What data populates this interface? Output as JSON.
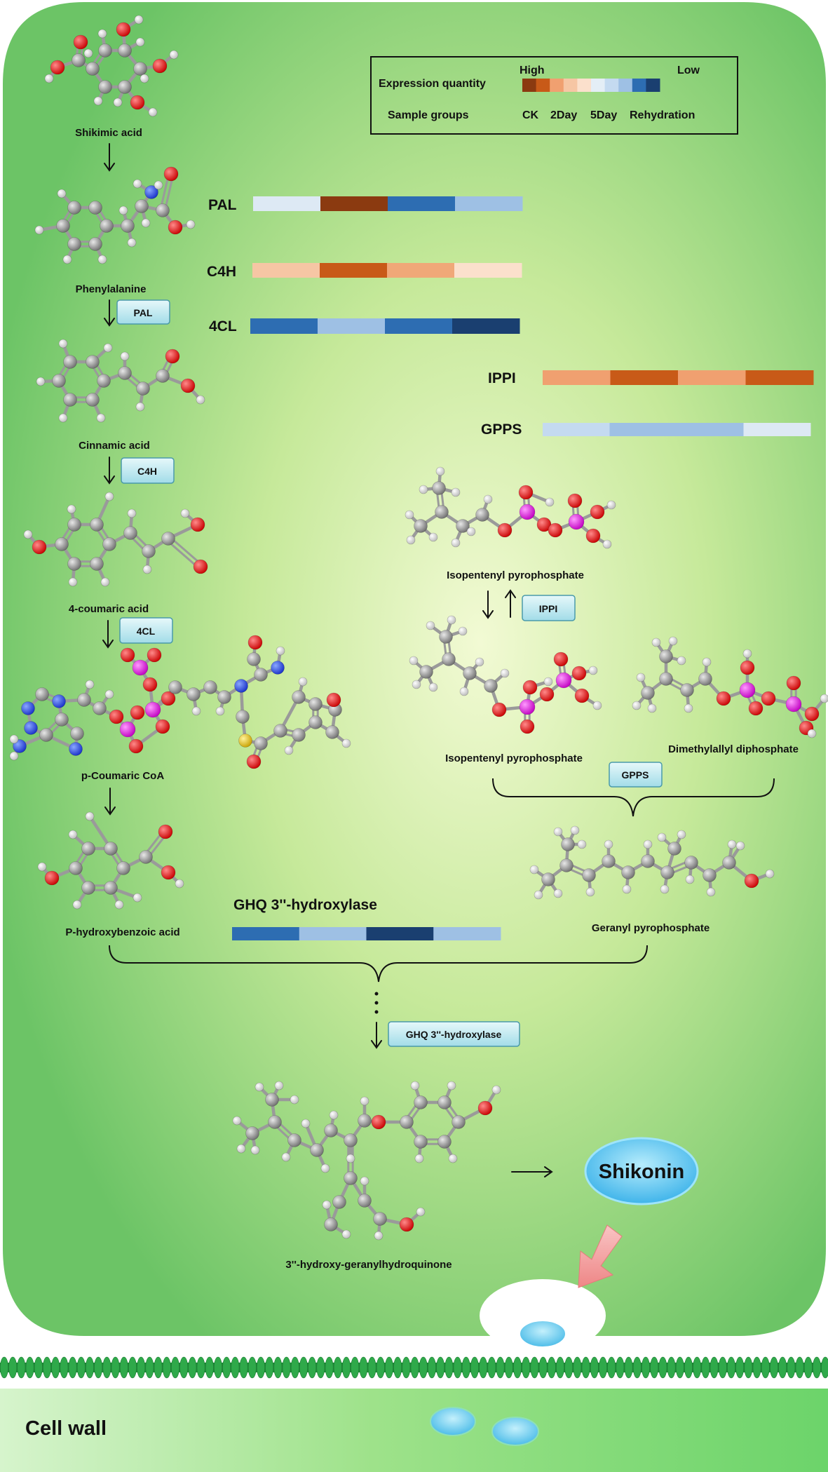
{
  "legend": {
    "expression_label": "Expression quantity",
    "high_label": "High",
    "low_label": "Low",
    "sample_label": "Sample groups",
    "groups": [
      "CK",
      "2Day",
      "5Day",
      "Rehydration"
    ],
    "scale_colors": [
      "#8b3a10",
      "#c85a18",
      "#f0a070",
      "#f6c6a4",
      "#fbe0cc",
      "#e4eef6",
      "#c4daf0",
      "#9ec0e4",
      "#2d6db2",
      "#1a3f70"
    ]
  },
  "genes": [
    {
      "id": "pal",
      "name": "PAL",
      "colors": [
        "#dde9f4",
        "#8b3a10",
        "#2d6db2",
        "#9ec0e4"
      ]
    },
    {
      "id": "c4h",
      "name": "C4H",
      "colors": [
        "#f6c6a4",
        "#c85a18",
        "#f0a878",
        "#fbe0cc"
      ]
    },
    {
      "id": "4cl",
      "name": "4CL",
      "colors": [
        "#2d6db2",
        "#9ec0e4",
        "#2d6db2",
        "#1a3f70"
      ]
    },
    {
      "id": "ippi",
      "name": "IPPI",
      "colors": [
        "#f0a070",
        "#c85a18",
        "#f0a070",
        "#c85a18"
      ]
    },
    {
      "id": "gpps",
      "name": "GPPS",
      "colors": [
        "#c4daf0",
        "#9ec0e4",
        "#9ec0e4",
        "#dde9f4"
      ]
    },
    {
      "id": "ghq",
      "name": "GHQ 3''-hydroxylase",
      "colors": [
        "#2d6db2",
        "#9ec0e4",
        "#1a3f70",
        "#9ec0e4"
      ]
    }
  ],
  "compounds": {
    "shikimic": "Shikimic acid",
    "phenylalanine": "Phenylalanine",
    "cinnamic": "Cinnamic acid",
    "coumaric": "4-coumaric acid",
    "coa": "p-Coumaric CoA",
    "phba": "P-hydroxybenzoic acid",
    "ipp1": "Isopentenyl pyrophosphate",
    "ipp2": "Isopentenyl pyrophosphate",
    "dmapp": "Dimethylallyl diphosphate",
    "gpp": "Geranyl pyrophosphate",
    "hgq": "3''-hydroxy-geranylhydroquinone"
  },
  "enzymes": {
    "pal": "PAL",
    "c4h": "C4H",
    "cl4": "4CL",
    "ippi": "IPPI",
    "gpps": "GPPS",
    "ghq": "GHQ 3''-hydroxylase"
  },
  "product": "Shikonin",
  "cell_wall": "Cell wall",
  "colors": {
    "cell_green": "#7ccc6a",
    "cell_center": "#eef8cc",
    "enzyme_box": "#b6e6ee",
    "shikonin": "#4ec0ee",
    "arrow_pink": "#f59a9a",
    "membrane": "#2fa94a"
  },
  "icons": [
    "gray-carbon-atom",
    "white-hydrogen-atom",
    "red-oxygen-atom",
    "magenta-phosphorus-atom",
    "blue-nitrogen-atom",
    "yellow-sulfur-atom"
  ]
}
